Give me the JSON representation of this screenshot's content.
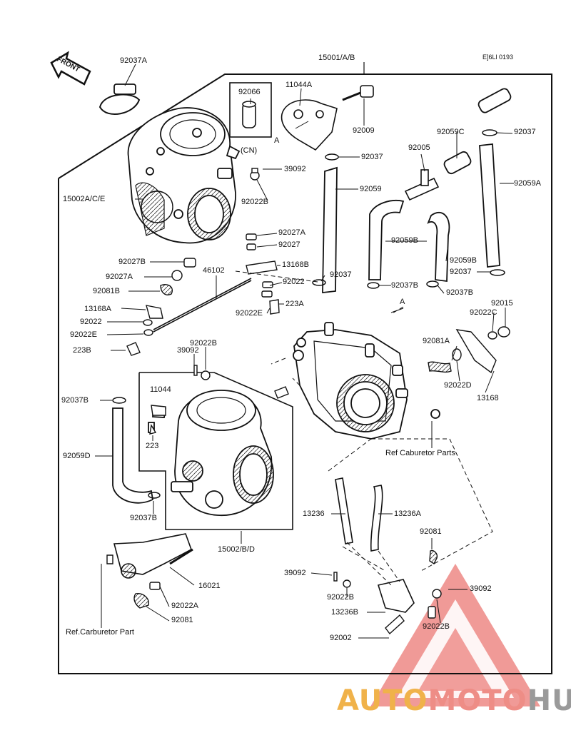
{
  "diagram": {
    "image_code": "E]6Ll 0193",
    "front_label": "FRONT",
    "assembly_label": "15001/A/B",
    "cn_label": "(CN)",
    "ref_carb_parts": "Ref Caburetor Parts",
    "ref_carb_part": "Ref.Carburetor Part",
    "callout_a": "A",
    "parts": {
      "p92037A": "92037A",
      "p92066": "92066",
      "p11044A": "11044A",
      "p92009": "92009",
      "p92059C": "92059C",
      "p92037_tr": "92037",
      "p92037_mid": "92037",
      "p92005": "92005",
      "p39092_top": "39092",
      "p15002ACE": "15002A/C/E",
      "p92022B_top": "92022B",
      "p92059": "92059",
      "p92059A": "92059A",
      "p92027A": "92027A",
      "p92027": "92027",
      "p92059B_1": "92059B",
      "p92027B": "92027B",
      "p13168B": "13168B",
      "p92059B_2": "92059B",
      "p46102": "46102",
      "p92037_r2": "92037",
      "p92037_r3": "92037",
      "p92027A_2": "92027A",
      "p92022_a": "92022",
      "p92037B_1": "92037B",
      "p92081B": "92081B",
      "p92037B_2": "92037B",
      "p92015": "92015",
      "p223A": "223A",
      "p13168A": "13168A",
      "p92022E_1": "92022E",
      "p92022C": "92022C",
      "p92022_b": "92022",
      "p92022E_2": "92022E",
      "p92022B_mid": "92022B",
      "p92081A": "92081A",
      "p39092_mid": "39092",
      "p223B": "223B",
      "p11044": "11044",
      "p92022D": "92022D",
      "p13168": "13168",
      "p92037B_3": "92037B",
      "p223": "223",
      "p92059D": "92059D",
      "p92037B_4": "92037B",
      "p13236": "13236",
      "p13236A": "13236A",
      "p15002BD": "15002/B/D",
      "p92081_r": "92081",
      "p16021": "16021",
      "p39092_bl": "39092",
      "p39092_br": "39092",
      "p92022B_bl": "92022B",
      "p92022A": "92022A",
      "p13236B": "13236B",
      "p92022B_br": "92022B",
      "p92081_bl": "92081",
      "p92002": "92002"
    }
  },
  "watermark": {
    "part1": "AUTO",
    "part2": "MOTO",
    "part3": "HUB",
    "colors": {
      "auto": "#f0b24a",
      "moto": "#ee8d86",
      "hub": "#9a9a9a",
      "triangle": "#e8615c"
    }
  }
}
